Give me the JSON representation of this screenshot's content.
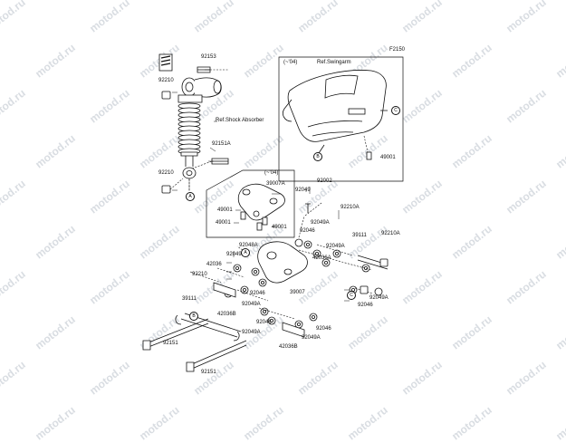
{
  "watermark": "motod.ru",
  "diagram_code": "F2150",
  "callouts": {
    "A": "A",
    "B": "B",
    "C": "C"
  },
  "labels": {
    "p92153": "92153",
    "p92210_top": "92210",
    "p92210_bottom": "92210",
    "p92210_mid": "92210",
    "ref_shock": "Ref.Shock Absorber",
    "p92151A": "92151A",
    "swingarm_year": "(~'04)",
    "ref_swingarm": "Ref.Swingarm",
    "p49001_swing": "49001",
    "link_year": "(~'04)",
    "p39007A": "39007A",
    "p49001_a": "49001",
    "p49001_b": "49001",
    "p49001_c": "49001",
    "p92049_a": "92049",
    "p92002": "92002",
    "p92210A_a": "92210A",
    "p92049A_a": "92049A",
    "p92046_a": "92046",
    "p92049A_b": "92049A",
    "p39111_right": "39111",
    "p92210A_b": "92210A",
    "p92048A": "92048A",
    "p92049_b": "92049",
    "p42036": "42036",
    "p42036A": "42036A",
    "p92046_b": "92046",
    "p39007": "39007",
    "p92049A_c": "92049A",
    "p92046_c": "92046",
    "p39111_left": "39111",
    "p42036B_a": "42036B",
    "p92049A_d": "92049A",
    "p92046_d": "92046",
    "p92046_e": "92046",
    "p92049A_e": "92049A",
    "p92049A_f": "92049A",
    "p42036B_b": "42036B",
    "p92151_a": "92151",
    "p92151_b": "92151"
  }
}
